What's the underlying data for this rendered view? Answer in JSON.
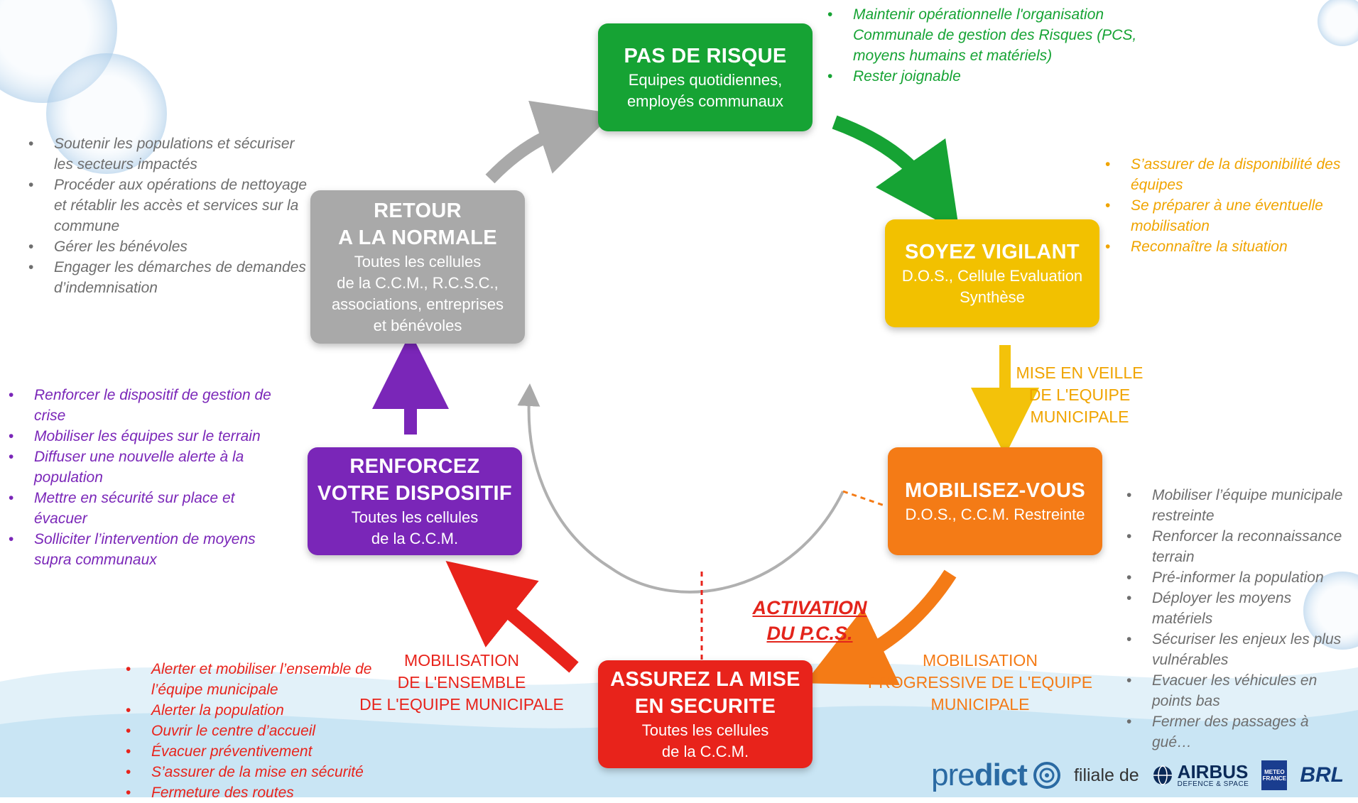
{
  "colors": {
    "green": "#16a334",
    "yellow": "#f2c100",
    "orange": "#f47b16",
    "red": "#e8231b",
    "purple": "#7a26b8",
    "grey": "#a9a9a9",
    "grey_text": "#6e6e6e",
    "orange_text": "#f0a400",
    "arrow_yellow": "#f3c20a"
  },
  "boxes": {
    "pas_de_risque": {
      "title": "PAS DE RISQUE",
      "sub": [
        "Equipes quotidiennes,",
        "employés communaux"
      ]
    },
    "soyez_vigilant": {
      "title": "SOYEZ VIGILANT",
      "sub": [
        "D.O.S., Cellule Evaluation",
        "Synthèse"
      ]
    },
    "mobilisez_vous": {
      "title": "MOBILISEZ-VOUS",
      "sub": [
        "D.O.S., C.C.M. Restreinte"
      ]
    },
    "assurez": {
      "title": [
        "ASSUREZ LA MISE",
        "EN SECURITE"
      ],
      "sub": [
        "Toutes les cellules",
        "de la C.C.M."
      ]
    },
    "renforcez": {
      "title": [
        "RENFORCEZ",
        "VOTRE DISPOSITIF"
      ],
      "sub": [
        "Toutes les cellules",
        "de la C.C.M."
      ]
    },
    "retour": {
      "title": [
        "RETOUR",
        "A LA NORMALE"
      ],
      "sub": [
        "Toutes les cellules",
        "de la C.C.M., R.C.S.C.,",
        "associations, entreprises",
        "et bénévoles"
      ]
    }
  },
  "lists": {
    "green": [
      "Maintenir opérationnelle l'organisation Communale de gestion des Risques (PCS, moyens humains et matériels)",
      "Rester joignable"
    ],
    "yellow": [
      "S’assurer de la disponibilité des équipes",
      "Se préparer à une éventuelle mobilisation",
      "Reconnaître la situation"
    ],
    "grey": [
      "Soutenir les populations et sécuriser les secteurs impactés",
      "Procéder aux opérations de nettoyage et rétablir  les accès et services sur la commune",
      "Gérer les bénévoles",
      "Engager les démarches de demandes d’indemnisation"
    ],
    "purple": [
      "Renforcer le dispositif de gestion de crise",
      "Mobiliser les équipes sur le terrain",
      "Diffuser une nouvelle alerte à la population",
      "Mettre en sécurité sur place et évacuer",
      "Solliciter l’intervention de moyens supra communaux"
    ],
    "orange": [
      "Mobiliser l’équipe municipale restreinte",
      "Renforcer la reconnaissance terrain",
      "Pré-informer la population",
      "Déployer les moyens matériels",
      "Sécuriser les enjeux les plus vulnérables",
      "Evacuer les véhicules en points bas",
      "Fermer des passages à gué…"
    ],
    "red": [
      "Alerter et mobiliser l’ensemble de l’équipe municipale",
      "Alerter la population",
      "Ouvrir le centre d’accueil",
      "Évacuer préventivement",
      "S’assurer de la mise en  sécurité",
      "Fermeture des routes"
    ]
  },
  "labels": {
    "mise_en_veille": [
      "MISE EN VEILLE",
      "DE L'EQUIPE",
      "MUNICIPALE"
    ],
    "mobilisation_progressive": [
      "MOBILISATION",
      "PROGRESSIVE DE L'EQUIPE",
      "MUNICIPALE"
    ],
    "mobilisation_ensemble": [
      "MOBILISATION",
      "DE L'ENSEMBLE",
      "DE L'EQUIPE MUNICIPALE"
    ],
    "activation": [
      "ACTIVATION",
      "DU P.C.S."
    ]
  },
  "footer": {
    "predict_light": "pre",
    "predict_bold": "dict",
    "filiale": "filiale de",
    "airbus": "AIRBUS",
    "airbus_sub": "DEFENCE & SPACE",
    "meteo": [
      "METEO",
      "FRANCE"
    ],
    "brl": "BRL"
  }
}
